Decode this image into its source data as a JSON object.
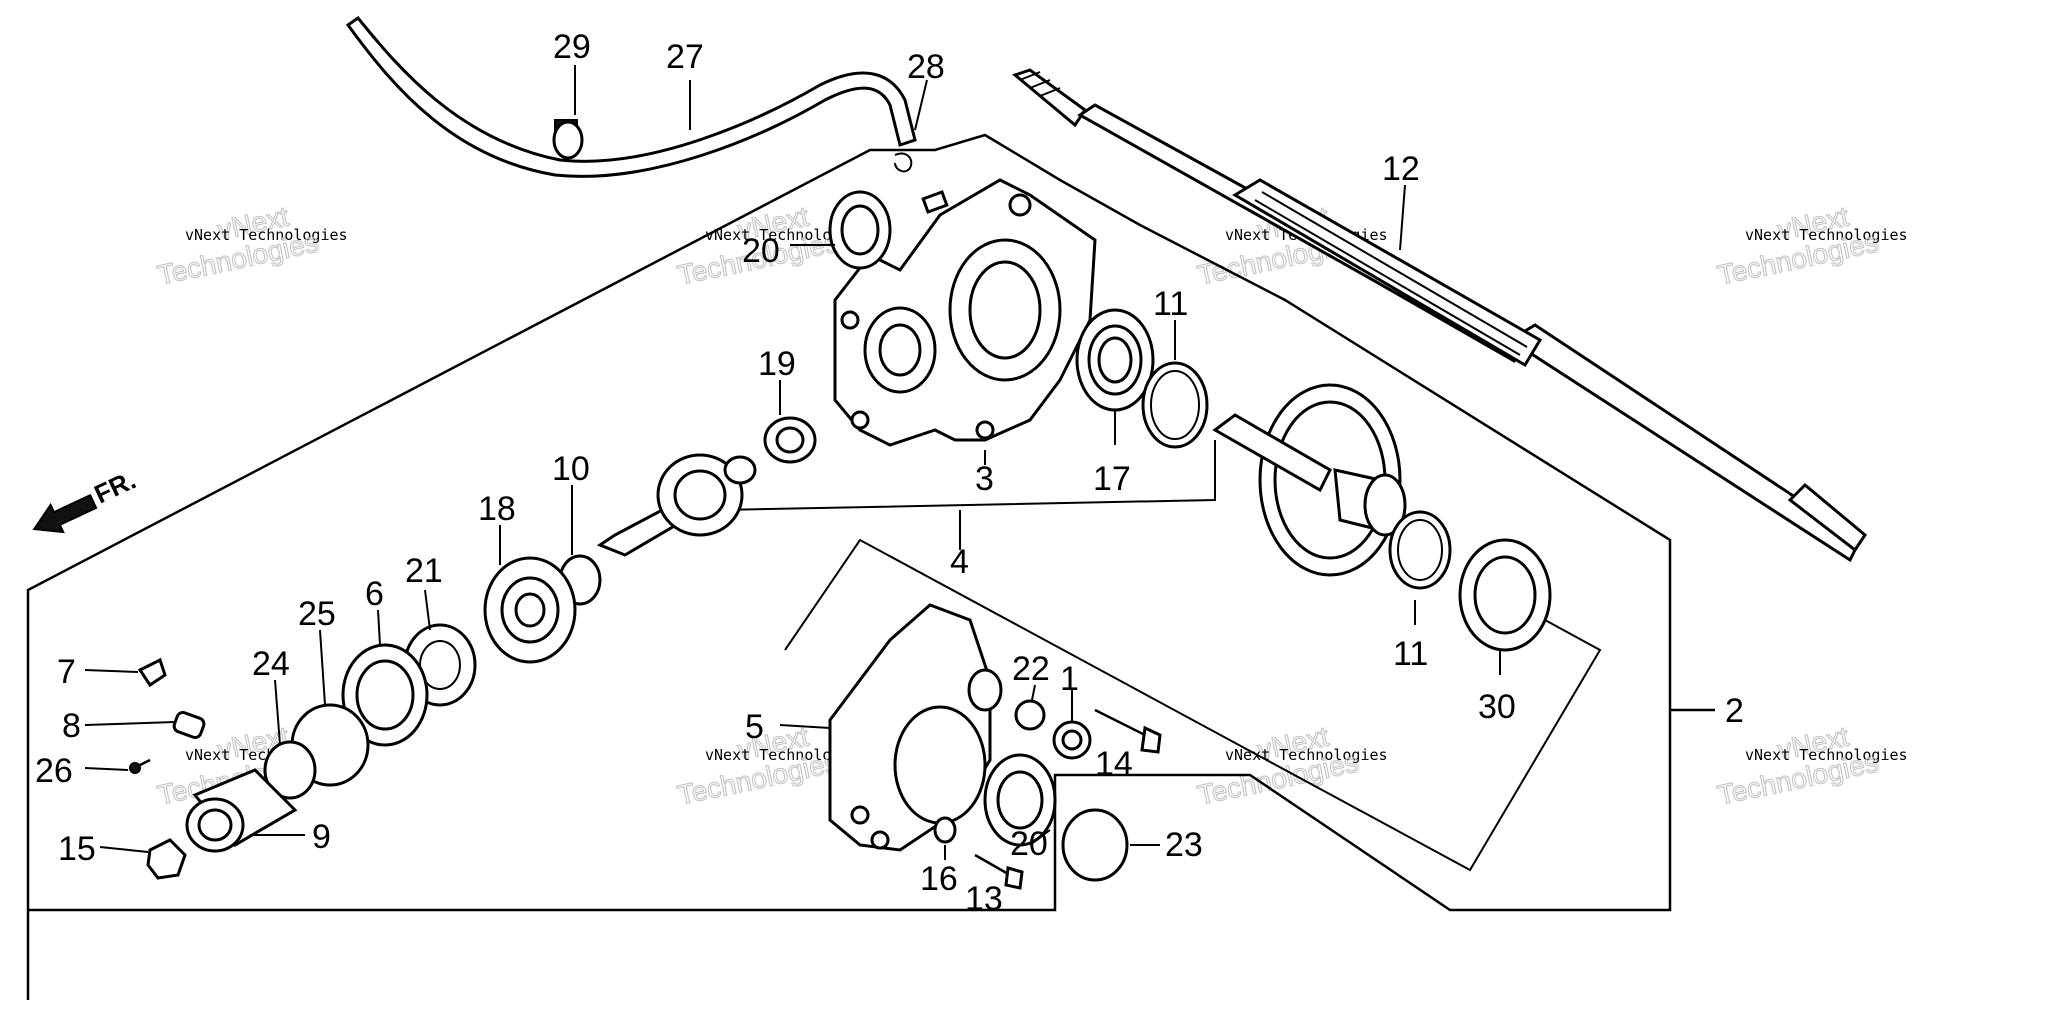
{
  "diagram": {
    "direction_label": "FR.",
    "watermark": {
      "line1": "vNext",
      "line2": "Technologies",
      "small": "vNext Technologies"
    },
    "callouts": [
      {
        "id": "c29",
        "text": "29"
      },
      {
        "id": "c27",
        "text": "27"
      },
      {
        "id": "c28",
        "text": "28"
      },
      {
        "id": "c12",
        "text": "12"
      },
      {
        "id": "c20a",
        "text": "20"
      },
      {
        "id": "c11a",
        "text": "11"
      },
      {
        "id": "c19",
        "text": "19"
      },
      {
        "id": "c3",
        "text": "3"
      },
      {
        "id": "c17",
        "text": "17"
      },
      {
        "id": "c10",
        "text": "10"
      },
      {
        "id": "c18",
        "text": "18"
      },
      {
        "id": "c4",
        "text": "4"
      },
      {
        "id": "c21",
        "text": "21"
      },
      {
        "id": "c6",
        "text": "6"
      },
      {
        "id": "c25",
        "text": "25"
      },
      {
        "id": "c24",
        "text": "24"
      },
      {
        "id": "c7",
        "text": "7"
      },
      {
        "id": "c8",
        "text": "8"
      },
      {
        "id": "c26",
        "text": "26"
      },
      {
        "id": "c15",
        "text": "15"
      },
      {
        "id": "c9",
        "text": "9"
      },
      {
        "id": "c11b",
        "text": "11"
      },
      {
        "id": "c30",
        "text": "30"
      },
      {
        "id": "c2",
        "text": "2"
      },
      {
        "id": "c5",
        "text": "5"
      },
      {
        "id": "c22",
        "text": "22"
      },
      {
        "id": "c1",
        "text": "1"
      },
      {
        "id": "c14",
        "text": "14"
      },
      {
        "id": "c20b",
        "text": "20"
      },
      {
        "id": "c23",
        "text": "23"
      },
      {
        "id": "c16",
        "text": "16"
      },
      {
        "id": "c13",
        "text": "13"
      }
    ]
  }
}
